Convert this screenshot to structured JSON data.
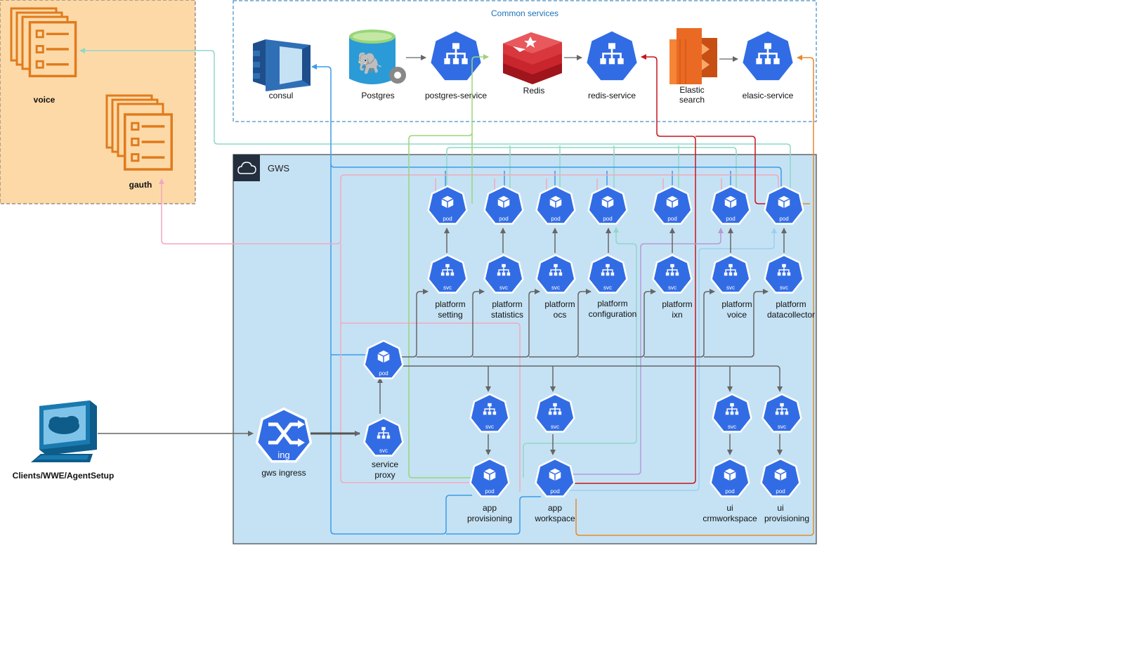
{
  "groups": {
    "external": {
      "voice": "voice",
      "gauth": "gauth"
    },
    "common_services": {
      "title": "Common services",
      "consul": "consul",
      "postgres": "Postgres",
      "postgres_service": "postgres-service",
      "redis": "Redis",
      "redis_service": "redis-service",
      "elastic": [
        "Elastic",
        "search"
      ],
      "elastic_service": "elasic-service"
    },
    "gws": {
      "title": "GWS"
    }
  },
  "tags": {
    "pod": "pod",
    "svc": "svc",
    "ing": "ing"
  },
  "platform_services": [
    {
      "line1": "platform",
      "line2": "setting"
    },
    {
      "line1": "platform",
      "line2": "statistics"
    },
    {
      "line1": "platform",
      "line2": "ocs"
    },
    {
      "line1": "platform",
      "line2": "configuration"
    },
    {
      "line1": "platform",
      "line2": "ixn"
    },
    {
      "line1": "platform",
      "line2": "voice"
    },
    {
      "line1": "platform",
      "line2": "datacollector"
    }
  ],
  "apps": [
    {
      "line1": "app",
      "line2": "provisioning"
    },
    {
      "line1": "app",
      "line2": "workspace"
    },
    {
      "line1": "ui",
      "line2": "crmworkspace"
    },
    {
      "line1": "ui",
      "line2": "provisioning"
    }
  ],
  "ingress": {
    "label": "gws ingress"
  },
  "service_proxy": {
    "line1": "service",
    "line2": "proxy"
  },
  "client": {
    "label": "Clients/WWE/AgentSetup"
  },
  "colors": {
    "k8s_blue": "#326ce5",
    "gws_fill": "#c5e2f4",
    "external_fill": "#fdd9a8",
    "orange_icon": "#e07b1c",
    "redis_red": "#c8252c",
    "consul_blue": "#2f6fb5",
    "line_gray": "#666666",
    "line_teal": "#8fd8c8",
    "line_blue": "#3d9be9",
    "line_pink": "#f0a9bf",
    "line_green": "#9ad57a",
    "line_red": "#c8141e",
    "line_orange": "#e8892a",
    "line_purple": "#b59ad6",
    "line_lightblue": "#9bd0f0"
  }
}
